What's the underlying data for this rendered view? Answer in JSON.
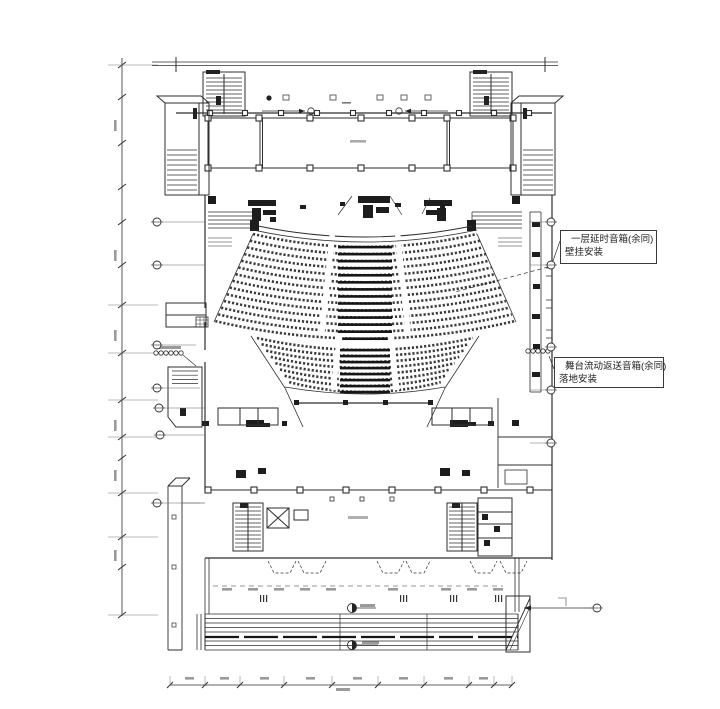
{
  "drawing": {
    "type": "architectural-floor-plan",
    "subject": "theater auditorium audio installation plan",
    "colors": {
      "ink": "#2e2e2e",
      "paper": "#ffffff",
      "faint": "#9a9a9a"
    },
    "annotations": {
      "delay_speaker": {
        "line1": "一层延时音箱(余同)",
        "line2": "壁挂安装"
      },
      "stage_monitor": {
        "line1": "舞台流动返送音箱(余同)",
        "line2": "落地安装"
      }
    }
  }
}
